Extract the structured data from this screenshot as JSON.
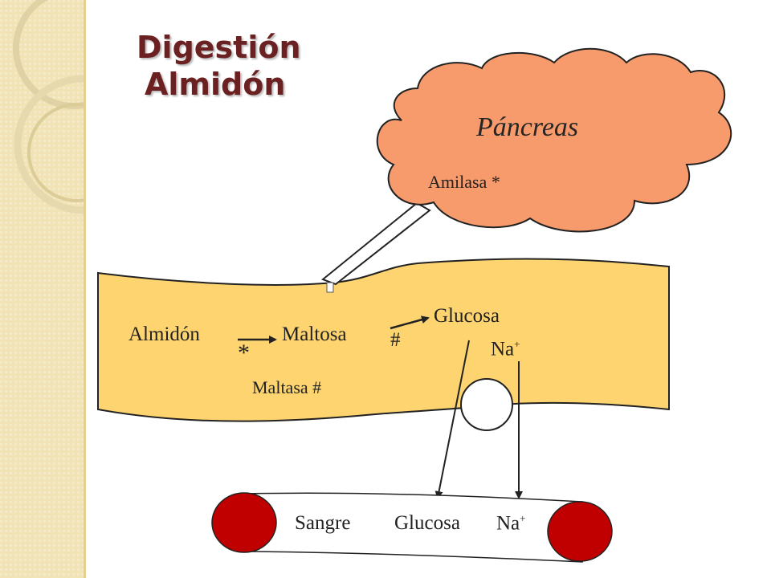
{
  "title": {
    "line1": "Digestión",
    "line2": "Almidón"
  },
  "pancreas": {
    "label": "Páncreas",
    "enzyme": "Amilasa *"
  },
  "intestine": {
    "substrate": "Almidón",
    "product1": "Maltosa",
    "product2": "Glucosa",
    "marker_star": "*",
    "marker_hash": "#",
    "enzyme": "Maltasa #",
    "ion": "Na",
    "ion_charge": "+"
  },
  "blood": {
    "label": "Sangre",
    "glucose": "Glucosa",
    "ion": "Na",
    "ion_charge": "+"
  },
  "colors": {
    "title": "#6b2121",
    "cloud_fill": "#f79b6c",
    "intestine_fill": "#fdd46f",
    "blood_cell": "#c00000",
    "sidebar": "#f1e3b4"
  }
}
